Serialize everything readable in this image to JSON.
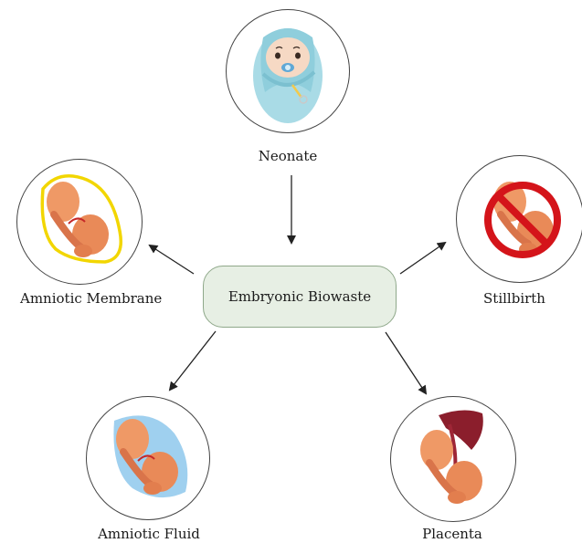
{
  "center": {
    "label": "Embryonic Biowaste"
  },
  "nodes": {
    "neonate": {
      "label": "Neonate"
    },
    "amniotic_membrane": {
      "label": "Amniotic Membrane"
    },
    "stillbirth": {
      "label": "Stillbirth"
    },
    "amniotic_fluid": {
      "label": "Amniotic Fluid"
    },
    "placenta": {
      "label": "Placenta"
    }
  },
  "colors": {
    "center_fill": "#e7efe4",
    "membrane_outline": "#f2d600",
    "prohibited_sign": "#d4141a",
    "fluid": "#9fd0ef",
    "placenta": "#8b1e2c",
    "swaddle": "#a9dbe6",
    "skin": "#e98a58"
  }
}
